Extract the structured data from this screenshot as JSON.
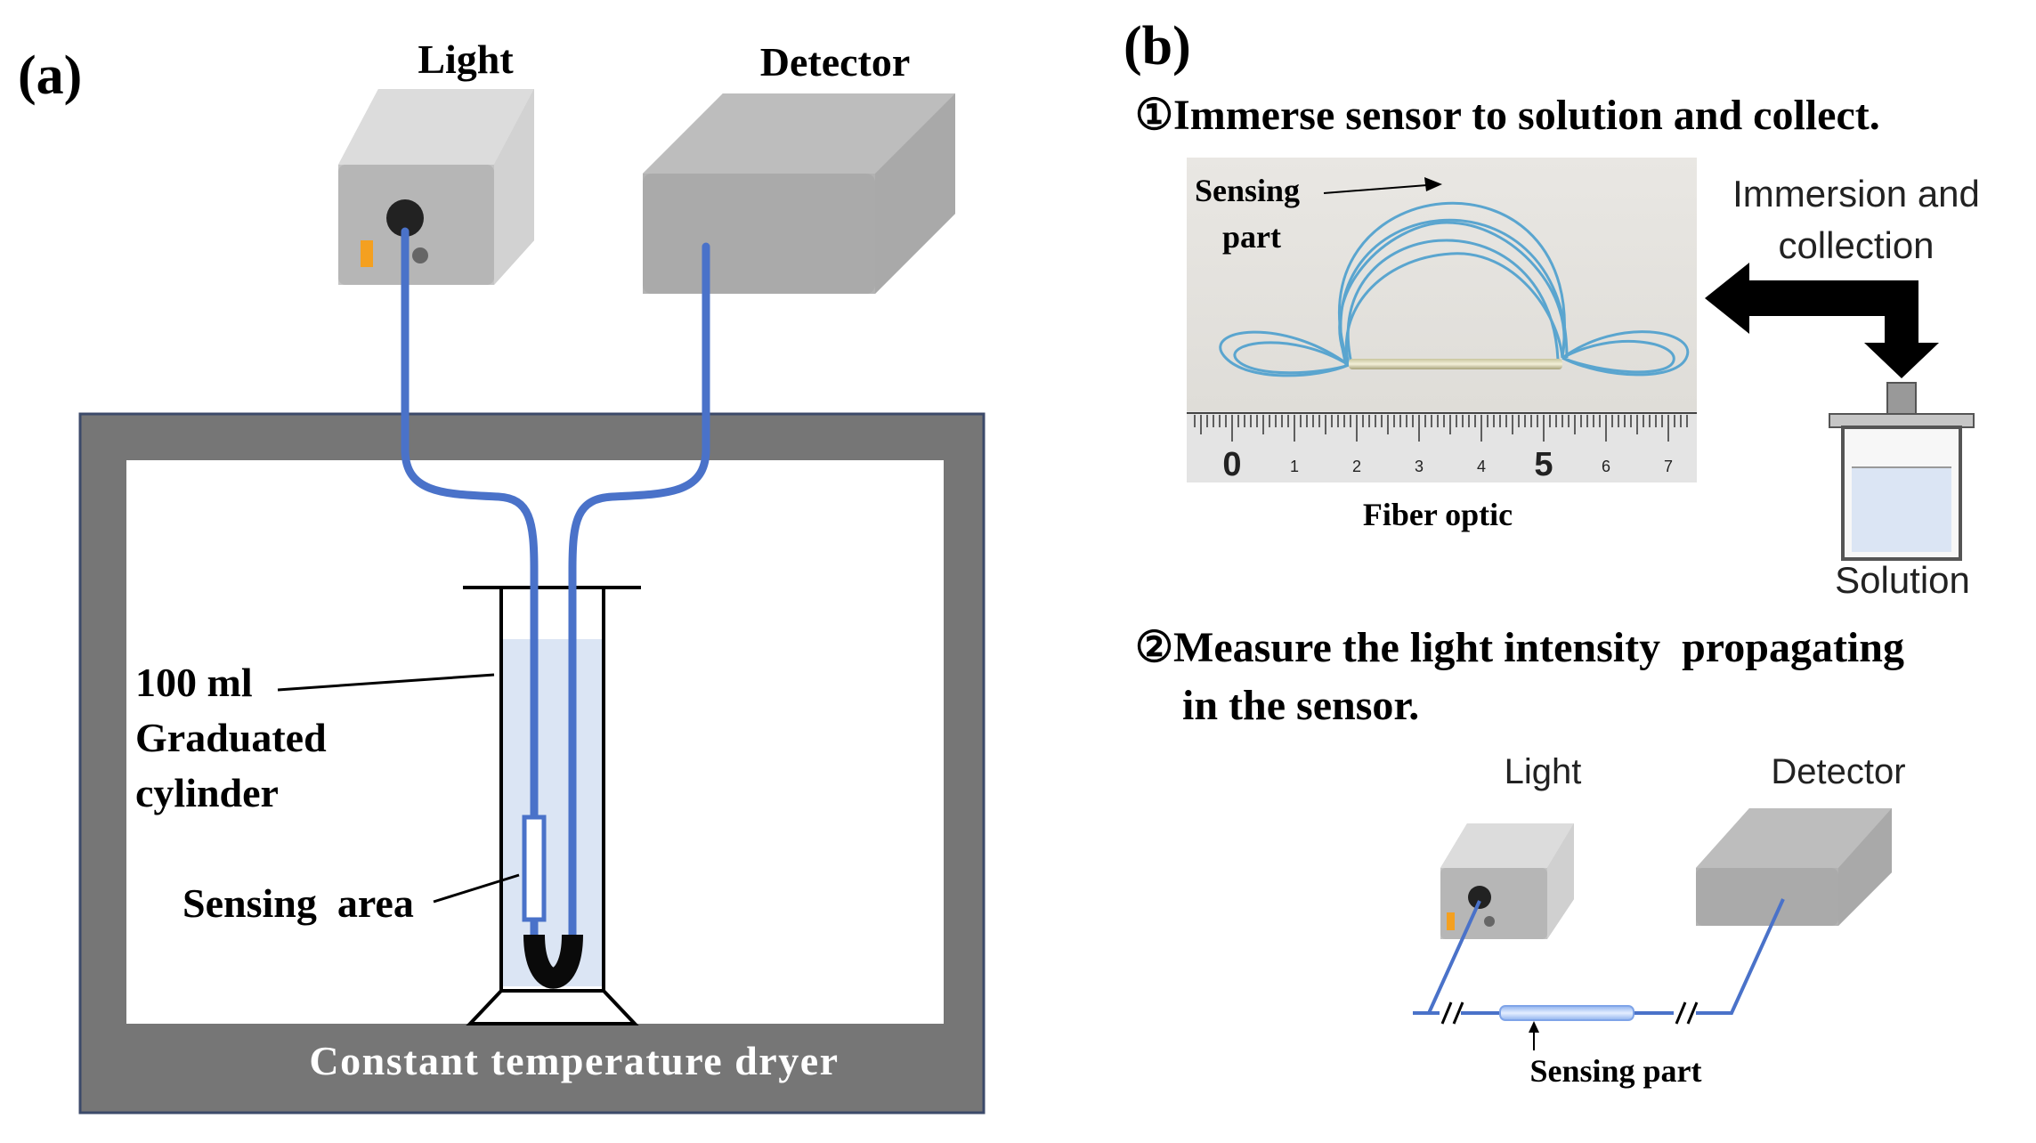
{
  "panel_a": {
    "label": "(a)",
    "light_label": "Light",
    "detector_label": "Detector",
    "cylinder_label_line1": "100 ml",
    "cylinder_label_line2": "Graduated",
    "cylinder_label_line3": "cylinder",
    "sensing_area_label": "Sensing  area",
    "dryer_label": "Constant temperature dryer"
  },
  "panel_b": {
    "label": "(b)",
    "step1_title": "①Immerse sensor to solution and collect.",
    "sensing_part_line1": "Sensing",
    "sensing_part_line2": "part",
    "immersion_line1": "Immersion and",
    "immersion_line2": "collection",
    "fiber_optic_label": "Fiber optic",
    "solution_label": "Solution",
    "ruler_numbers": [
      "0",
      "1",
      "2",
      "3",
      "4",
      "5",
      "6",
      "7"
    ],
    "step2_title_line1": "②Measure the light intensity  propagating",
    "step2_title_line2": "in the sensor.",
    "light_label": "Light",
    "detector_label": "Detector",
    "sensing_part_label": "Sensing part"
  },
  "colors": {
    "fiber": "#4a72c9",
    "dryer_wall": "#767676",
    "liquid": "#dbe5f4",
    "device_gray": "#b4b4b4",
    "orange": "#f4a020"
  }
}
